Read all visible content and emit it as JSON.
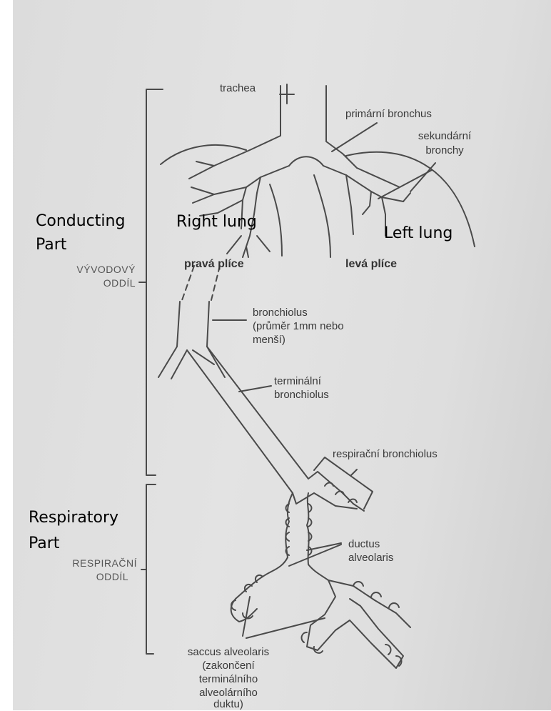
{
  "labels": {
    "trachea": "trachea",
    "primary_bronchus": "primární bronchus",
    "secondary_bronchi_1": "sekundární",
    "secondary_bronchi_2": "bronchy",
    "right_lung_cz": "pravá plíce",
    "left_lung_cz": "levá plíce",
    "bronchiolus_1": "bronchiolus",
    "bronchiolus_2": "(průměr 1mm nebo",
    "bronchiolus_3": "menší)",
    "terminal_1": "terminální",
    "terminal_2": "bronchiolus",
    "respiratory_bronchiolus": "respirační bronchiolus",
    "ductus_1": "ductus",
    "ductus_2": "alveolaris",
    "saccus_1": "saccus alveolaris",
    "saccus_2": "(zakončení",
    "saccus_3": "terminálního",
    "saccus_4": "alveolárního",
    "saccus_5": "duktu)",
    "conducting_cz_1": "VÝVODOVÝ",
    "conducting_cz_2": "ODDÍL",
    "respiratory_cz_1": "RESPIRAČNÍ",
    "respiratory_cz_2": "ODDÍL"
  },
  "annotations": {
    "conducting_1": "Conducting",
    "conducting_2": "Part",
    "right_lung": "Right lung",
    "left_lung": "Left lung",
    "respiratory_1": "Respiratory",
    "respiratory_2": "Part"
  },
  "colors": {
    "background": "#e2e2e2",
    "line": "#4a4a4a",
    "annotation_text": "#000000"
  }
}
